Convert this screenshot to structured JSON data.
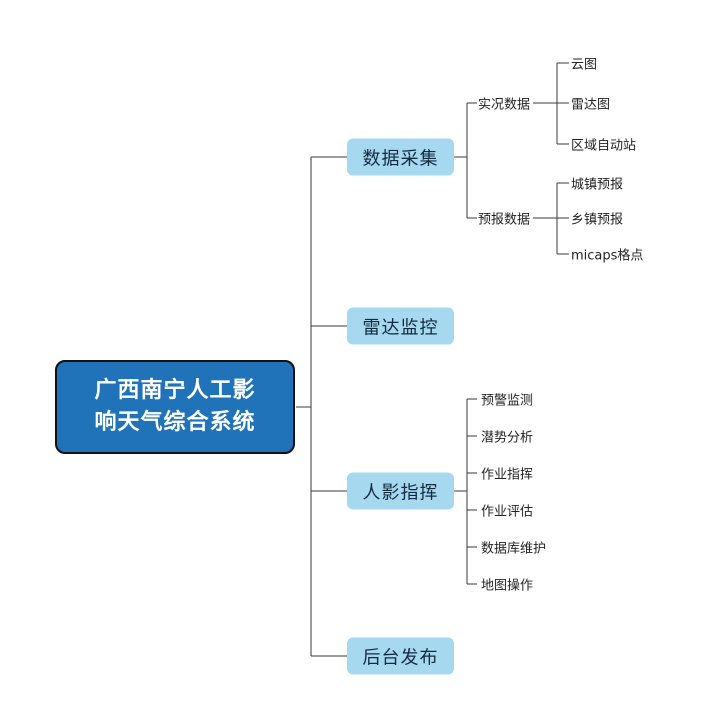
{
  "root": {
    "label": "广西南宁人工影\n响天气综合系统"
  },
  "branches": [
    {
      "label": "数据采集",
      "children": [
        {
          "label": "实况数据",
          "children": [
            {
              "label": "云图"
            },
            {
              "label": "雷达图"
            },
            {
              "label": "区域自动站"
            }
          ]
        },
        {
          "label": "预报数据",
          "children": [
            {
              "label": "城镇预报"
            },
            {
              "label": "乡镇预报"
            },
            {
              "label": "micaps格点"
            }
          ]
        }
      ]
    },
    {
      "label": "雷达监控",
      "children": []
    },
    {
      "label": "人影指挥",
      "children": [
        {
          "label": "预警监测"
        },
        {
          "label": "潜势分析"
        },
        {
          "label": "作业指挥"
        },
        {
          "label": "作业评估"
        },
        {
          "label": "数据库维护"
        },
        {
          "label": "地图操作"
        }
      ]
    },
    {
      "label": "后台发布",
      "children": []
    }
  ],
  "colors": {
    "canvas_bg": "#ffffff",
    "root_bg": "#2173b9",
    "root_border": "#111111",
    "root_text": "#ffffff",
    "branch_bg": "#a6d9f0",
    "branch_text": "#122a3f",
    "leaf_text": "#222222",
    "line": "#3a3a3a"
  }
}
